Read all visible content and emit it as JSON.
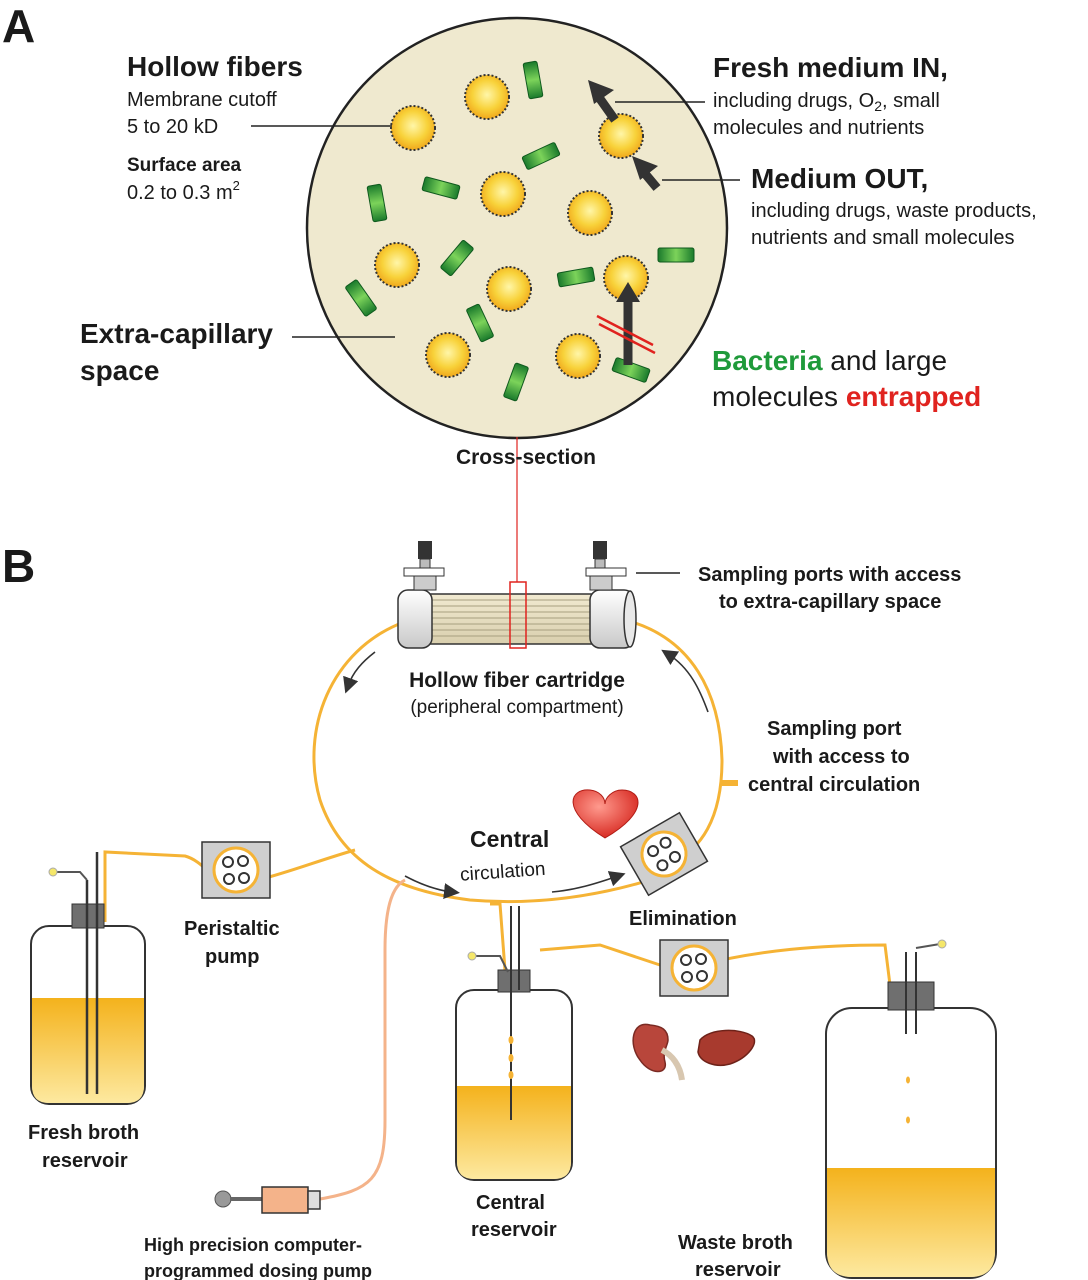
{
  "panel_a": {
    "letter": "A",
    "hollow_fibers_title": "Hollow fibers",
    "membrane_cutoff_line1": "Membrane cutoff",
    "membrane_cutoff_line2": "5 to 20 kD",
    "surface_area_title": "Surface area",
    "surface_area_value": "0.2 to 0.3 m",
    "surface_area_sup": "2",
    "extra_capillary_line1": "Extra-capillary",
    "extra_capillary_line2": "space",
    "fresh_in_title": "Fresh medium IN,",
    "fresh_in_line1_pre": "including drugs, O",
    "fresh_in_line1_sub": "2",
    "fresh_in_line1_post": ", small",
    "fresh_in_line2": "molecules and nutrients",
    "medium_out_title": "Medium OUT,",
    "medium_out_line1": "including drugs, waste products,",
    "medium_out_line2": "nutrients and small molecules",
    "bacteria_word": "Bacteria",
    "bacteria_rest": " and large",
    "molecules_word": "molecules ",
    "entrapped_word": "entrapped",
    "cross_section": "Cross-section"
  },
  "panel_b": {
    "letter": "B",
    "sampling_ports_line1": "Sampling ports with access",
    "sampling_ports_line2": "to extra-capillary space",
    "cartridge_title": "Hollow fiber cartridge",
    "cartridge_sub": "(peripheral compartment)",
    "sampling_port_line1": "Sampling port",
    "sampling_port_line2": "with access to",
    "sampling_port_line3": "central circulation",
    "central_word": "Central",
    "circulation_word": "circulation",
    "peristaltic_line1": "Peristaltic",
    "peristaltic_line2": "pump",
    "elimination": "Elimination",
    "fresh_broth_line1": "Fresh broth",
    "fresh_broth_line2": "reservoir",
    "central_res_line1": "Central",
    "central_res_line2": "reservoir",
    "waste_line1": "Waste broth",
    "waste_line2": "reservoir",
    "dosing_line1": "High precision computer-",
    "dosing_line2": "programmed dosing pump"
  },
  "colors": {
    "tube": "#f5b335",
    "bacteria_green": "#1f9a3a",
    "entrapped_red": "#e0231f",
    "circle_fill": "#efe9cf",
    "fiber_yellow": "#f7c52a",
    "dosing_tube": "#f4b38a"
  }
}
